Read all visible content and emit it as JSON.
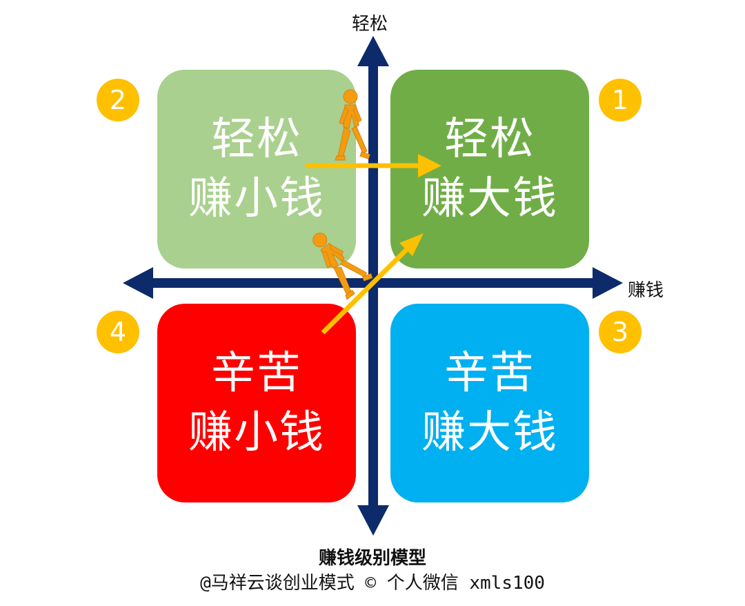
{
  "axes": {
    "vertical_label": "轻松",
    "horizontal_label": "赚钱",
    "axis_color": "#0d2b6b"
  },
  "quadrants": {
    "q1": {
      "number": "1",
      "line1": "轻松",
      "line2": "赚大钱",
      "color": "#70ad47"
    },
    "q2": {
      "number": "2",
      "line1": "轻松",
      "line2": "赚小钱",
      "color": "#a9d08e"
    },
    "q3": {
      "number": "3",
      "line1": "辛苦",
      "line2": "赚大钱",
      "color": "#00b0f0"
    },
    "q4": {
      "number": "4",
      "line1": "辛苦",
      "line2": "赚小钱",
      "color": "#ff0000"
    }
  },
  "badge_color": "#ffc000",
  "transition_arrow_color": "#ffc000",
  "walker_figure_color": "#f39c12",
  "caption": {
    "title": "赚钱级别模型",
    "credit": "@马祥云谈创业模式 © 个人微信 xmls100"
  }
}
